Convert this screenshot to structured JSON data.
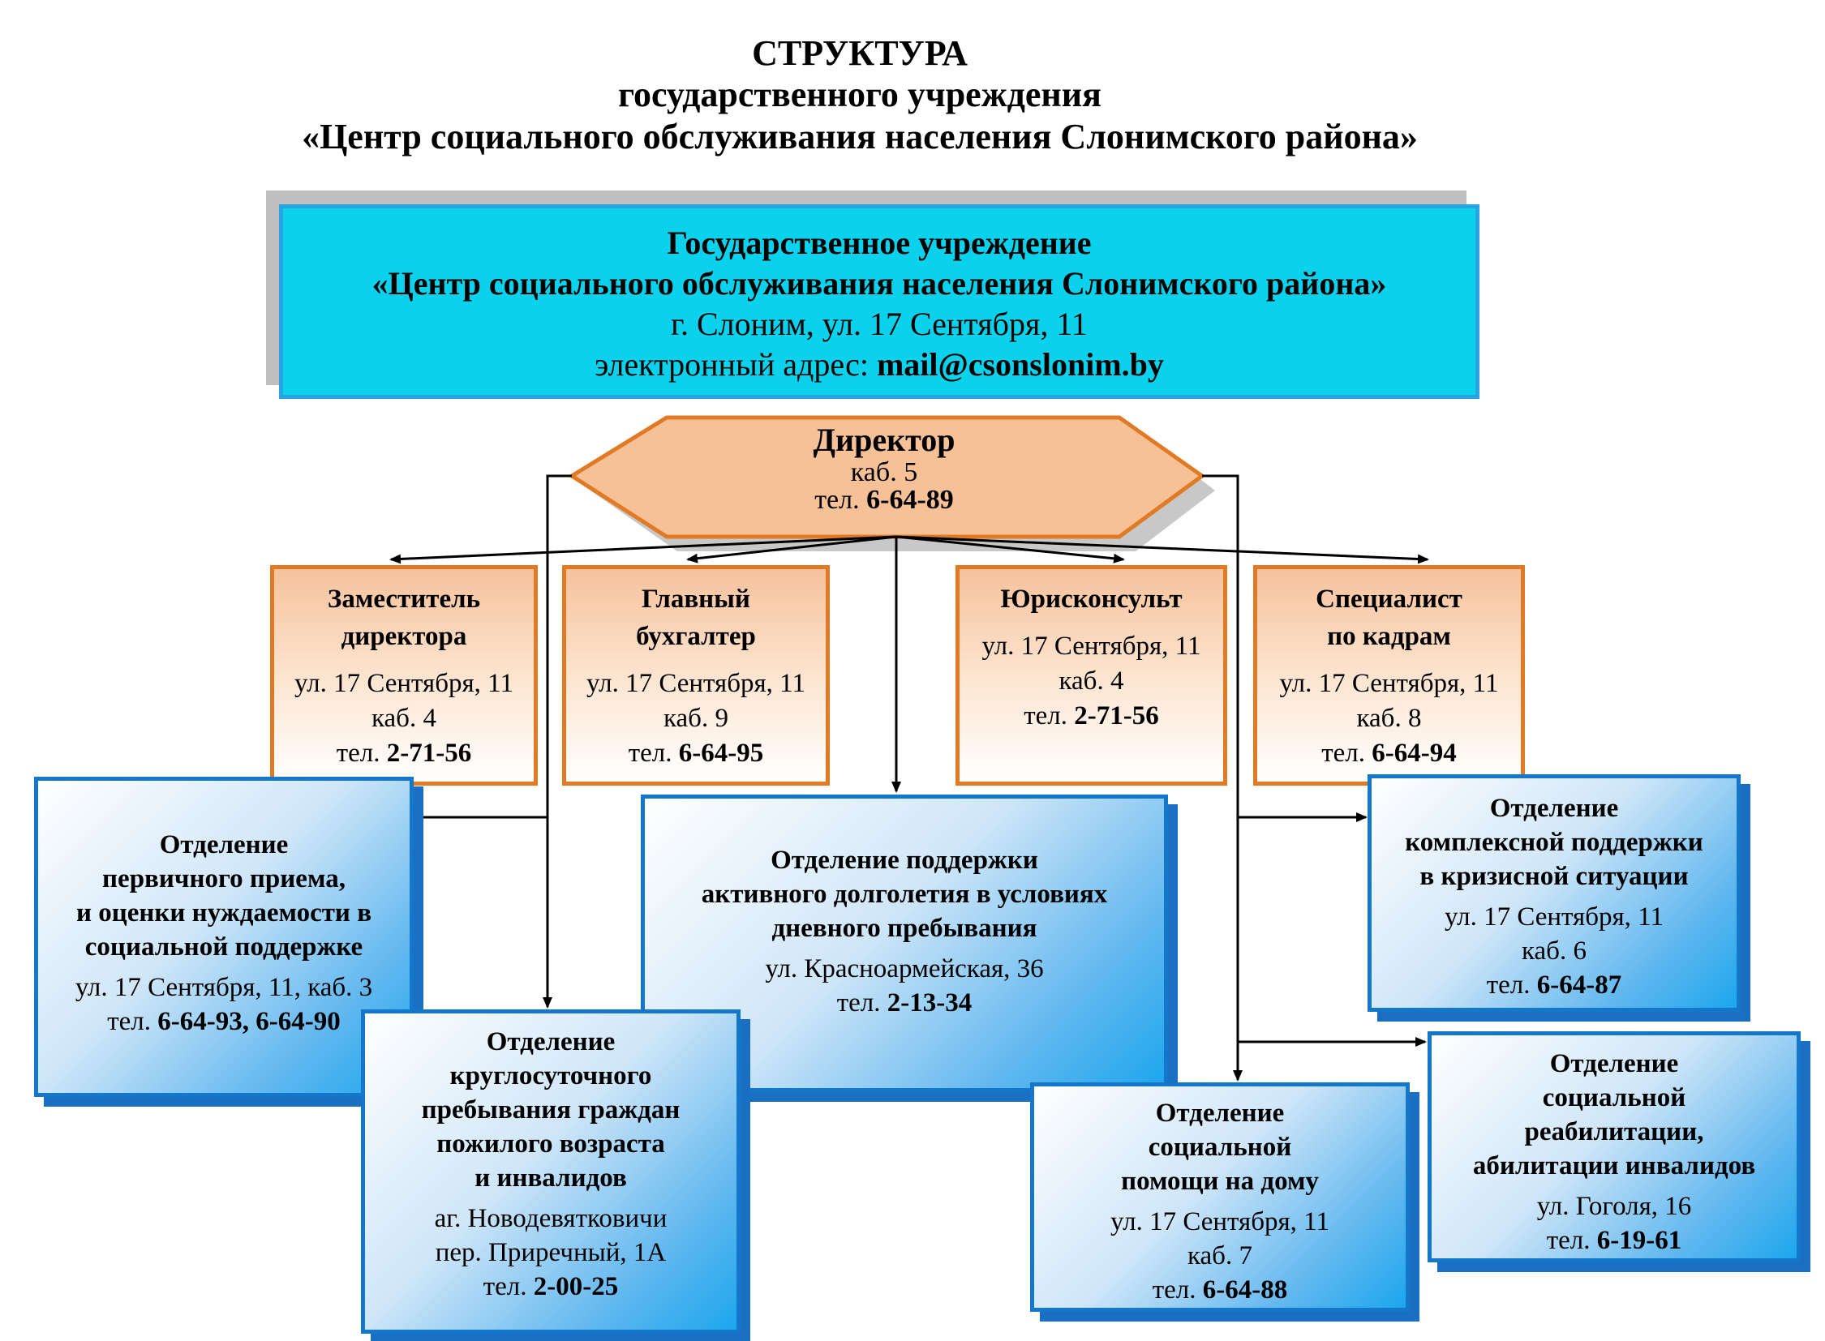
{
  "title": {
    "line1": "СТРУКТУРА",
    "line2": "государственного учреждения",
    "line3": "«Центр социального обслуживания населения Слонимского района»"
  },
  "institution": {
    "line1": "Государственное учреждение",
    "line2": "«Центр социального обслуживания населения Слонимского района»",
    "address": "г. Слоним, ул. 17 Сентября, 11",
    "email_label": "электронный адрес:",
    "email": "mail@csonslonim.by"
  },
  "director": {
    "title": "Директор",
    "room": "каб. 5",
    "tel_label": "тел.",
    "tel": "6-64-89"
  },
  "staff": [
    {
      "title1": "Заместитель",
      "title2": "директора",
      "address": "ул. 17 Сентября, 11",
      "room": "каб. 4",
      "tel_label": "тел.",
      "tel": "2-71-56"
    },
    {
      "title1": "Главный",
      "title2": "бухгалтер",
      "address": "ул. 17 Сентября, 11",
      "room": "каб. 9",
      "tel_label": "тел.",
      "tel": "6-64-95"
    },
    {
      "title1": "Юрисконсульт",
      "address": "ул. 17 Сентября, 11",
      "room": "каб. 4",
      "tel_label": "тел.",
      "tel": "2-71-56"
    },
    {
      "title1": "Специалист",
      "title2": "по кадрам",
      "address": "ул. 17 Сентября, 11",
      "room": "каб. 8",
      "tel_label": "тел.",
      "tel": "6-64-94"
    }
  ],
  "departments": {
    "primary": {
      "title": [
        "Отделение",
        "первичного приема,",
        "и оценки нуждаемости в",
        "социальной поддержке"
      ],
      "address": "ул. 17 Сентября, 11, каб. 3",
      "tel_label": "тел.",
      "tel": "6-64-93, 6-64-90"
    },
    "roundclock": {
      "title": [
        "Отделение",
        "круглосуточного",
        "пребывания граждан",
        "пожилого возраста",
        "и инвалидов"
      ],
      "address1": "аг. Новодевятковичи",
      "address2": "пер. Приречный, 1А",
      "tel_label": "тел.",
      "tel": "2-00-25"
    },
    "longevity": {
      "title": [
        "Отделение поддержки",
        "активного долголетия в условиях",
        "дневного пребывания"
      ],
      "address": "ул. Красноармейская, 36",
      "tel_label": "тел.",
      "tel": "2-13-34"
    },
    "homecare": {
      "title": [
        "Отделение",
        "социальной",
        "помощи на дому"
      ],
      "address": "ул. 17 Сентября, 11",
      "room": "каб. 7",
      "tel_label": "тел.",
      "tel": "6-64-88"
    },
    "crisis": {
      "title": [
        "Отделение",
        "комплексной поддержки",
        "в кризисной ситуации"
      ],
      "address": "ул. 17 Сентября, 11",
      "room": "каб. 6",
      "tel_label": "тел.",
      "tel": "6-64-87"
    },
    "rehab": {
      "title": [
        "Отделение",
        "социальной",
        "реабилитации,",
        "абилитации инвалидов"
      ],
      "address": "ул. Гоголя, 16",
      "tel_label": "тел.",
      "tel": "6-19-61"
    }
  },
  "colors": {
    "header_fill": "#0bd2ec",
    "header_border": "#29a3e2",
    "director_fill": "#f7c198",
    "orange_border": "#e07a24",
    "blue_border": "#1477c9"
  }
}
